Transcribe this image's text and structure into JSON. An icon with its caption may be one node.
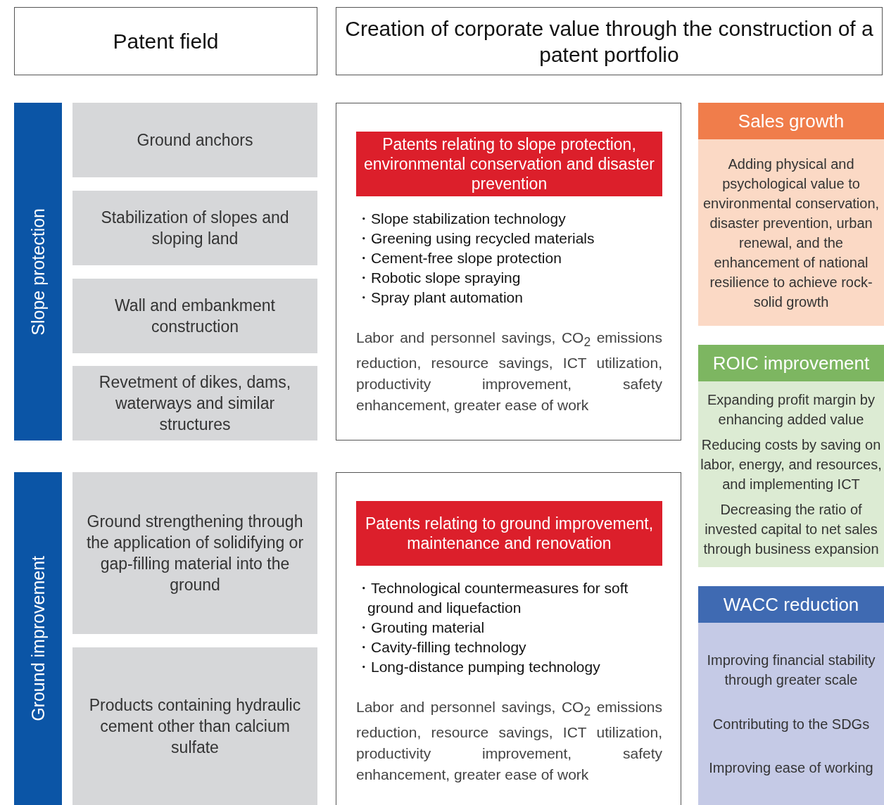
{
  "diagram": {
    "nodes": [
      {
        "text": [
          "Patent field"
        ]
      },
      {
        "text": [
          "Creation of corporate value through the construction of a patent portfolio"
        ]
      },
      {
        "text": [
          "Slope protection"
        ]
      },
      {
        "text": [
          "Ground anchors"
        ]
      },
      {
        "text": [
          "Stabilization of slopes and sloping land"
        ]
      },
      {
        "text": [
          "Wall and embankment construction"
        ]
      },
      {
        "text": [
          "Revetment of dikes, dams, waterways and similar structures"
        ]
      },
      {
        "text": [
          "・Slope stabilization technology",
          "・Greening using recycled materials",
          "・Cement-free slope protection",
          "・Robotic slope spraying",
          "・Spray plant automation",
          "Labor and personnel savings, CO$_{2}$ emissions reduction, resource savings, ICT utilization, productivity improvement, safety enhancement, greater ease of work"
        ]
      },
      {
        "text": [
          "Patents relating to slope protection, environmental conservation and disaster prevention"
        ],
        "in": 7
      },
      {
        "text": [
          "Sales growth",
          "Adding physical and psychological value to environmental conservation, disaster prevention, urban renewal, and the enhancement of national resilience to achieve rock-solid growth"
        ]
      },
      {
        "text": [
          "ROIC improvement",
          "Expanding profit margin by enhancing added value",
          "Reducing costs by saving on labor, energy, and resources, and implementing ICT",
          "Decreasing the ratio of invested capital to net sales through business expansion"
        ]
      },
      {
        "text": [
          "Ground improvement"
        ]
      },
      {
        "text": [
          "Ground strengthening through the application of solidifying or gap-filling material into the ground"
        ]
      },
      {
        "text": [
          "Products containing hydraulic cement other than calcium sulfate"
        ]
      },
      {
        "text": [
          "・Technological countermeasures for soft ground and liquefaction",
          "・Grouting material",
          "・Cavity-filling technology",
          "・Long-distance pumping technology",
          "Labor and personnel savings, CO$_{2}$ emissions reduction, resource savings, ICT utilization, productivity improvement, safety enhancement, greater ease of work"
        ]
      },
      {
        "text": [
          "Patents relating to ground improvement, maintenance and renovation"
        ],
        "in": 14
      },
      {
        "text": [
          "WACC reduction",
          "Improving financial stability through greater scale",
          "Contributing to the SDGs",
          "Improving ease of working"
        ]
      }
    ],
    "edges": []
  }
}
